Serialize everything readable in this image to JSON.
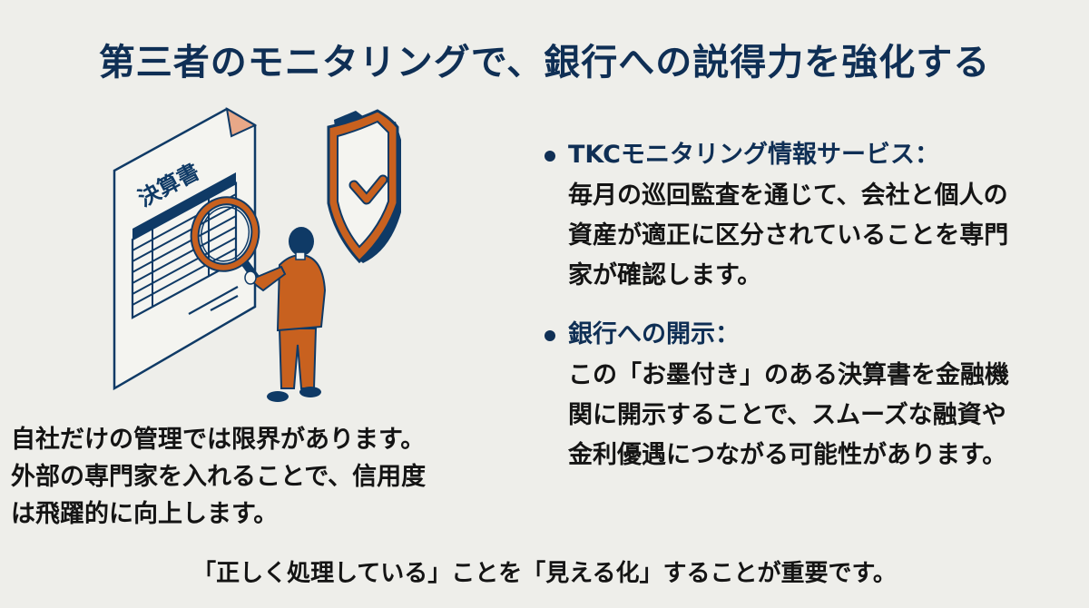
{
  "title": "第三者のモニタリングで、銀行への説得力を強化する",
  "illustration": {
    "document_label": "決算書",
    "colors": {
      "navy": "#0f3a66",
      "orange": "#c8611f",
      "corner": "#e8a888",
      "paper": "#f4f4f0"
    }
  },
  "left_text": {
    "lines": [
      "自社だけの管理では限界があります。",
      "外部の専門家を入れることで、信用度",
      "は飛躍的に向上します。"
    ]
  },
  "bullets": [
    {
      "heading": "TKCモニタリング情報サービス：",
      "body_lines": [
        "毎月の巡回監査を通じて、会社と個人の",
        "資産が適正に区分されていることを専門",
        "家が確認します。"
      ]
    },
    {
      "heading": "銀行への開示：",
      "body_lines": [
        "この「お墨付き」のある決算書を金融機",
        "関に開示することで、スムーズな融資や",
        "金利優遇につながる可能性があります。"
      ]
    }
  ],
  "footer": "「正しく処理している」ことを「見える化」することが重要です。",
  "colors": {
    "background": "#eeeeea",
    "heading": "#0f2f55",
    "body_text": "#141414"
  }
}
